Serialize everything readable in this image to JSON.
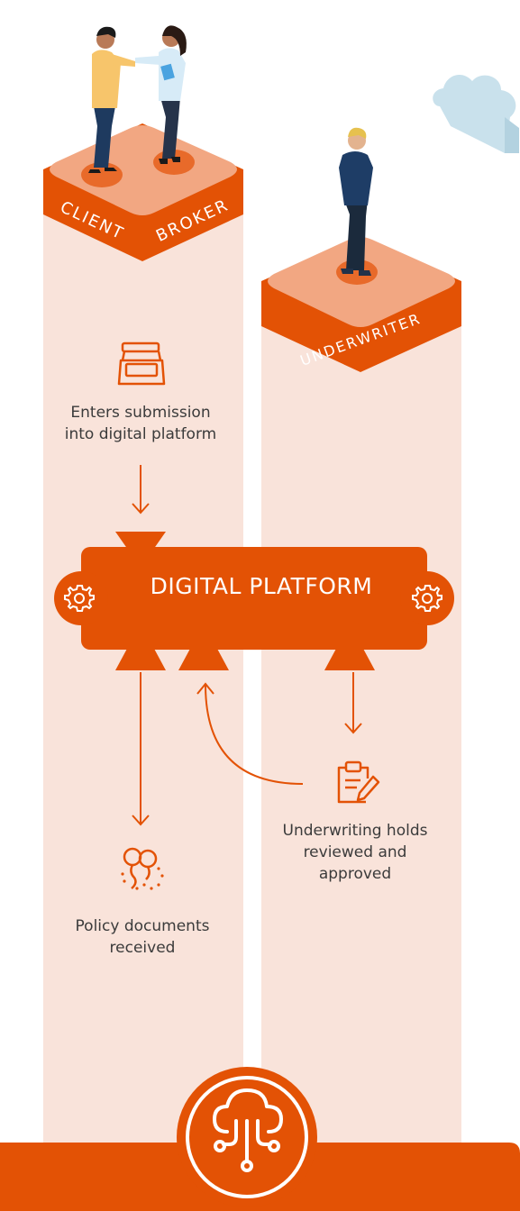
{
  "colors": {
    "accent": "#e35205",
    "top_face": "#f2a782",
    "pillar": "#f9e3da",
    "text": "#3b3b3b",
    "cloud": "#c9e1ec"
  },
  "roles": {
    "client": "CLIENT",
    "broker": "BROKER",
    "underwriter": "UNDERWRITER"
  },
  "platform": {
    "label": "DIGITAL PLATFORM"
  },
  "steps": {
    "submission": "Enters submission\ninto digital platform",
    "holds": "Underwriting holds\nreviewed and\napproved",
    "documents": "Policy documents\nreceived"
  },
  "icons": [
    "scanner-icon",
    "gear-icon",
    "clipboard-edit-icon",
    "balloons-icon",
    "cloud-network-icon",
    "cloud-icon"
  ]
}
